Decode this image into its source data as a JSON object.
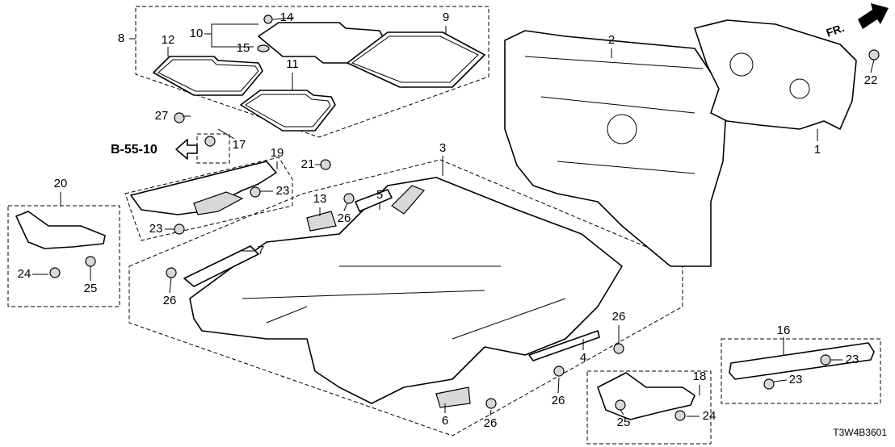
{
  "diagram": {
    "callouts": {
      "c1": "1",
      "c2": "2",
      "c3": "3",
      "c4": "4",
      "c5": "5",
      "c6": "6",
      "c7": "7",
      "c8": "8",
      "c9": "9",
      "c10": "10",
      "c11": "11",
      "c12": "12",
      "c13": "13",
      "c14": "14",
      "c15": "15",
      "c16": "16",
      "c17": "17",
      "c18": "18",
      "c19": "19",
      "c20": "20",
      "c21": "21",
      "c22": "22",
      "c23": "23",
      "c24": "24",
      "c25": "25",
      "c26": "26",
      "c27": "27"
    },
    "reference": "B-55-10",
    "direction": "FR.",
    "diagram_code": "T3W4B3601"
  }
}
